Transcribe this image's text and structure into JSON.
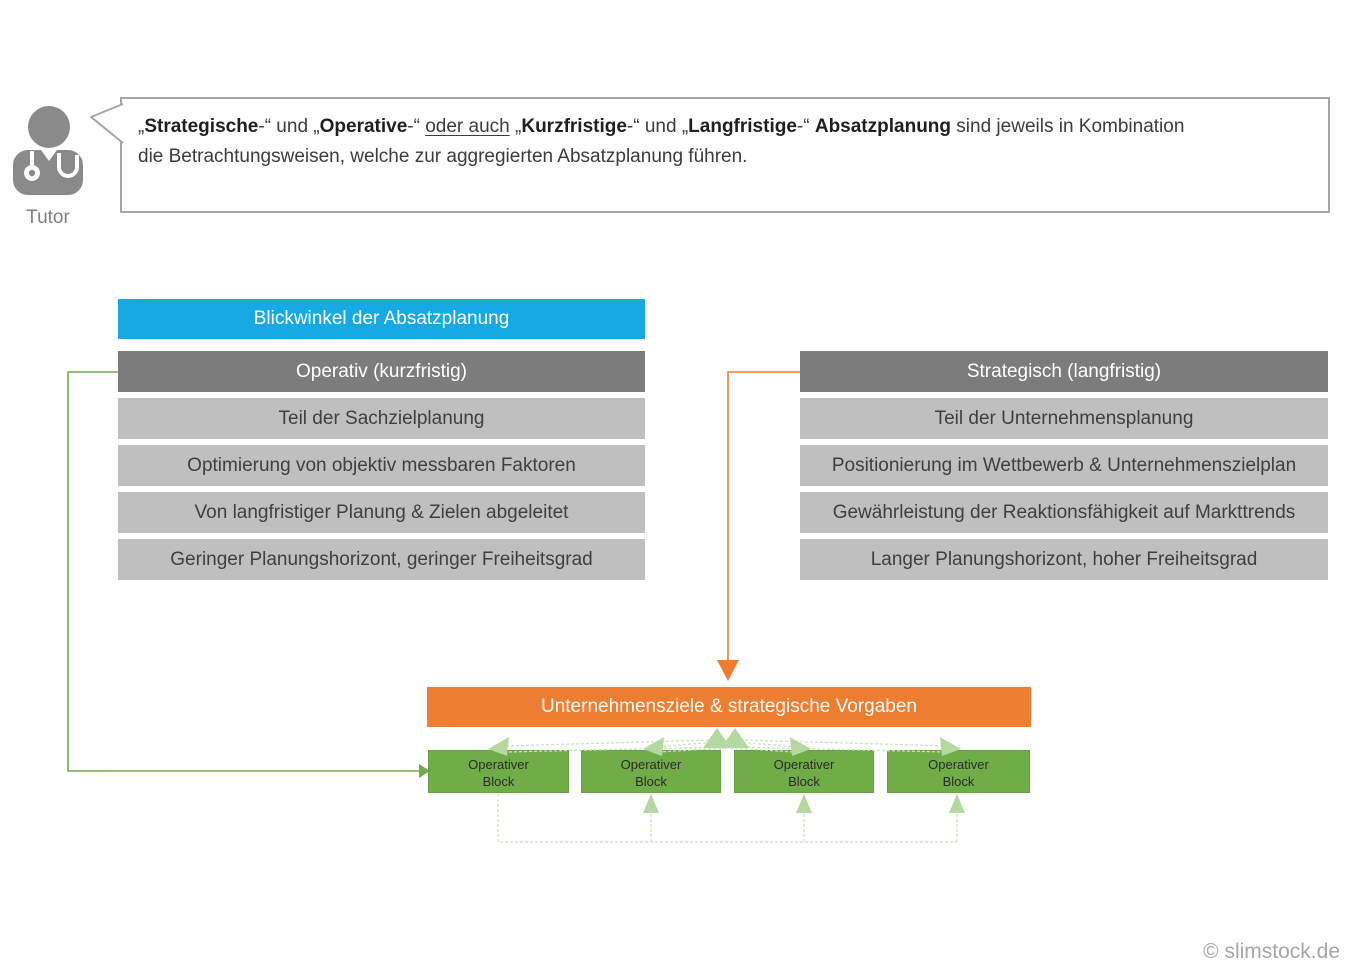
{
  "tutor": {
    "label": "Tutor"
  },
  "speech_bubble": {
    "line1_segments": [
      {
        "t": "„"
      },
      {
        "t": "Strategische",
        "b": true
      },
      {
        "t": "-“ und „"
      },
      {
        "t": "Operative",
        "b": true
      },
      {
        "t": "-“ "
      },
      {
        "t": "oder auch",
        "u": true
      },
      {
        "t": " „"
      },
      {
        "t": "Kurzfristige",
        "b": true
      },
      {
        "t": "-“ und „"
      },
      {
        "t": "Langfristige",
        "b": true
      },
      {
        "t": "-“ "
      },
      {
        "t": "Absatzplanung",
        "b": true
      },
      {
        "t": " sind jeweils in Kombination"
      }
    ],
    "line2": "die Betrachtungsweisen, welche zur aggregierten Absatzplanung führen."
  },
  "diagram": {
    "header": "Blickwinkel der Absatzplanung",
    "left_column": {
      "title": "Operativ (kurzfristig)",
      "rows": [
        "Teil der Sachzielplanung",
        "Optimierung von objektiv messbaren Faktoren",
        "Von langfristiger Planung & Zielen abgeleitet",
        "Geringer Planungshorizont, geringer Freiheitsgrad"
      ]
    },
    "right_column": {
      "title": "Strategisch (langfristig)",
      "rows": [
        "Teil der Unternehmensplanung",
        "Positionierung im Wettbewerb & Unternehmenszielplan",
        "Gewährleistung der Reaktionsfähigkeit auf Markttrends",
        "Langer Planungshorizont, hoher Freiheitsgrad"
      ]
    },
    "goal_box": "Unternehmensziele & strategische Vorgaben",
    "operative_blocks": [
      "Operativer\nBlock",
      "Operativer\nBlock",
      "Operativer\nBlock",
      "Operativer\nBlock"
    ]
  },
  "footer": {
    "copyright": "© slimstock.de"
  },
  "colors": {
    "title_blue": "#16A9E3",
    "header_gray": "#7C7C7C",
    "row_gray": "#BFBFBF",
    "goal_orange": "#ED7D31",
    "block_green": "#70AD47",
    "connector_green": "#70AD47",
    "connector_orange": "#ED7D31",
    "dashed_light_green": "#CBE4BA",
    "bubble_border_gray": "#A6A6A6"
  }
}
